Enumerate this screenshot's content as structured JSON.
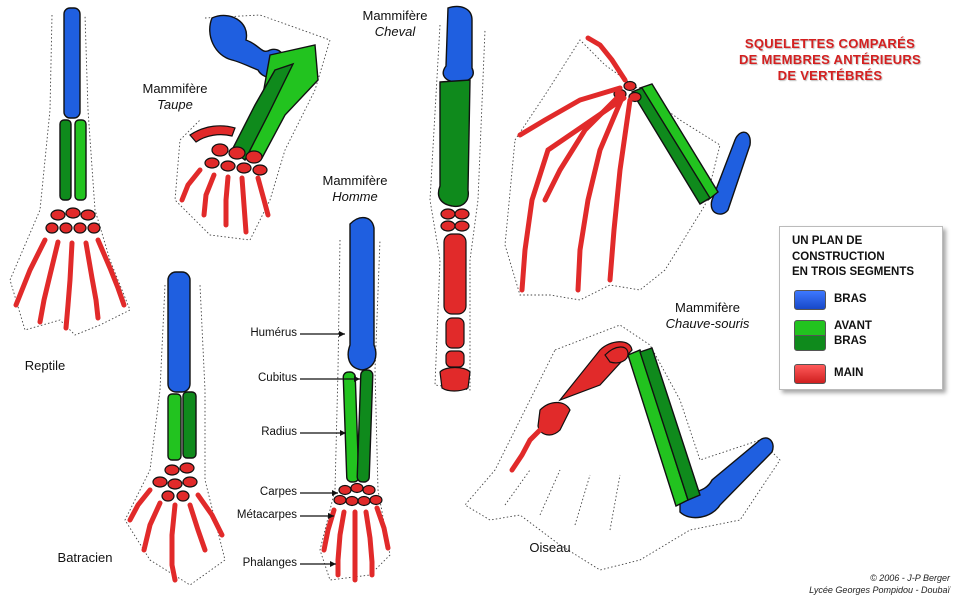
{
  "title_lines": [
    "SQUELETTES COMPARÉS",
    "DE MEMBRES ANTÉRIEURS",
    "DE VERTÉBRÉS"
  ],
  "colors": {
    "arm": "#1f5fe0",
    "forearm_light": "#22c31f",
    "forearm_dark": "#0f8a1c",
    "hand": "#e12a2a",
    "title": "#d42020"
  },
  "labels": {
    "reptile": "Reptile",
    "batracien": "Batracien",
    "taupe": {
      "group": "Mammifère",
      "name": "Taupe"
    },
    "homme": {
      "group": "Mammifère",
      "name": "Homme"
    },
    "cheval": {
      "group": "Mammifère",
      "name": "Cheval"
    },
    "chauve_souris": {
      "group": "Mammifère",
      "name": "Chauve-souris"
    },
    "oiseau": "Oiseau"
  },
  "bones": [
    "Humérus",
    "Cubitus",
    "Radius",
    "Carpes",
    "Métacarpes",
    "Phalanges"
  ],
  "legend": {
    "heading": [
      "UN PLAN DE",
      "CONSTRUCTION",
      "EN TROIS SEGMENTS"
    ],
    "items": [
      {
        "label_lines": [
          "BRAS"
        ],
        "icon": "blue-swatch"
      },
      {
        "label_lines": [
          "AVANT",
          "BRAS"
        ],
        "icon": "green-swatch"
      },
      {
        "label_lines": [
          "MAIN"
        ],
        "icon": "red-swatch"
      }
    ]
  },
  "credit": [
    "© 2006 - J-P Berger",
    "Lycée Georges Pompidou - Doubaï"
  ]
}
